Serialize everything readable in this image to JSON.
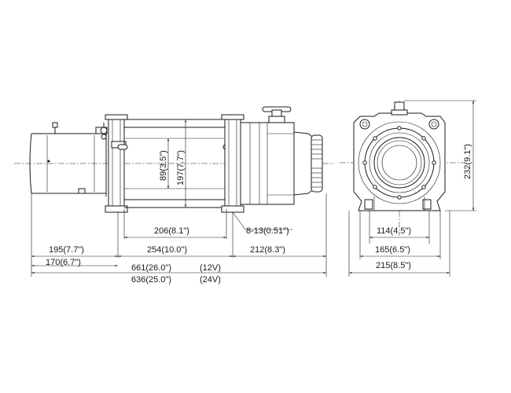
{
  "dimensions": {
    "drum_diameter": "89(3.5\")",
    "drum_flange_diameter": "197(7.7\")",
    "drum_length": "206(8.1\")",
    "bolt_spec": "8-13(0.51\")",
    "motor_length": "195(7.7\")",
    "motor_length_mount": "170(6.7\")",
    "mount_spacing": "254(10.0\")",
    "gearbox_length": "212(8.3\")",
    "overall_12v": "661(26.0\")",
    "overall_12v_note": "(12V)",
    "overall_24v": "636(25.0\")",
    "overall_24v_note": "(24V)",
    "bolt_pattern_inner": "114(4.5\")",
    "bolt_pattern_outer": "165(6.5\")",
    "end_width": "215(8.5\")",
    "end_height": "232(9.1\")"
  }
}
